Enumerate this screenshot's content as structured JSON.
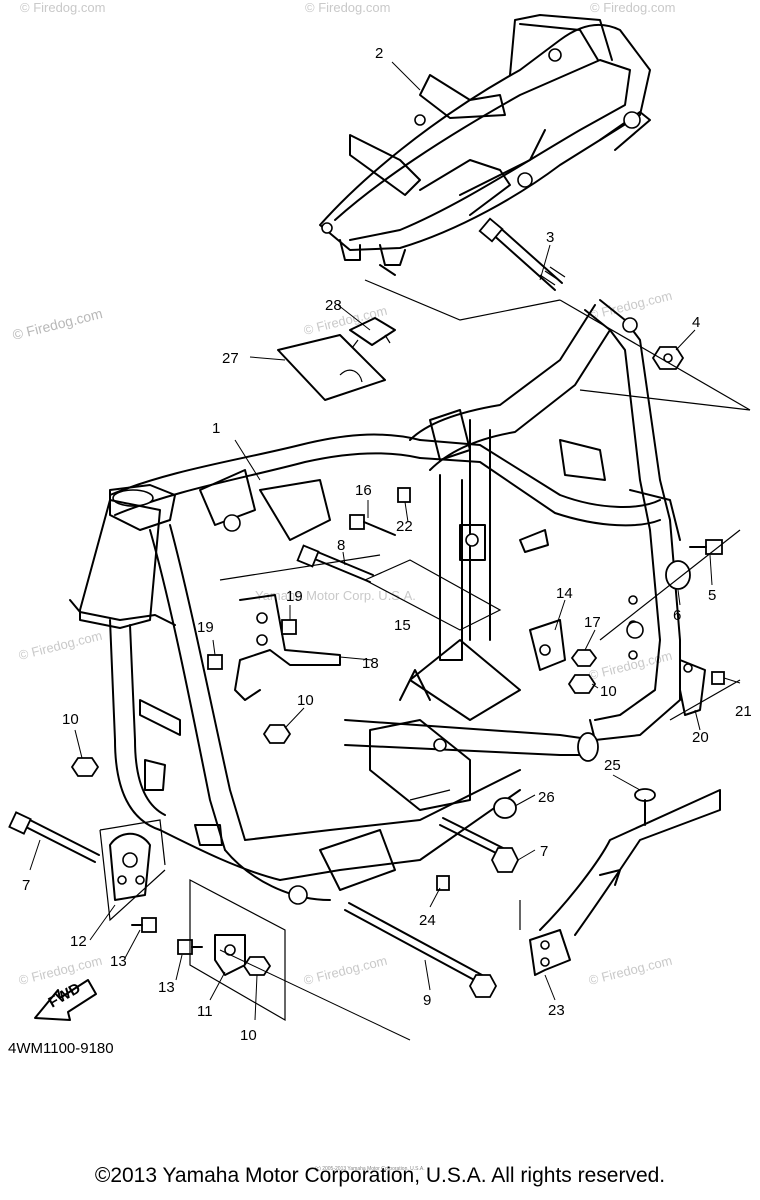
{
  "diagram_id": "4WM1100-9180",
  "copyright": "©2013 Yamaha Motor Corporation, U.S.A. All rights reserved.",
  "fine_print": "(c) 2005-2013 Yamaha Motor Corporation, U.S.A.",
  "watermark": "© Firedog.com",
  "watermark_center": "Yamaha Motor Corp. U.S.A.",
  "fwd_label": "FWD",
  "callouts": [
    "1",
    "2",
    "3",
    "4",
    "5",
    "6",
    "7",
    "7",
    "8",
    "9",
    "10",
    "10",
    "10",
    "10",
    "11",
    "12",
    "13",
    "13",
    "14",
    "15",
    "16",
    "17",
    "18",
    "19",
    "19",
    "20",
    "21",
    "22",
    "23",
    "24",
    "25",
    "26",
    "27",
    "28"
  ]
}
